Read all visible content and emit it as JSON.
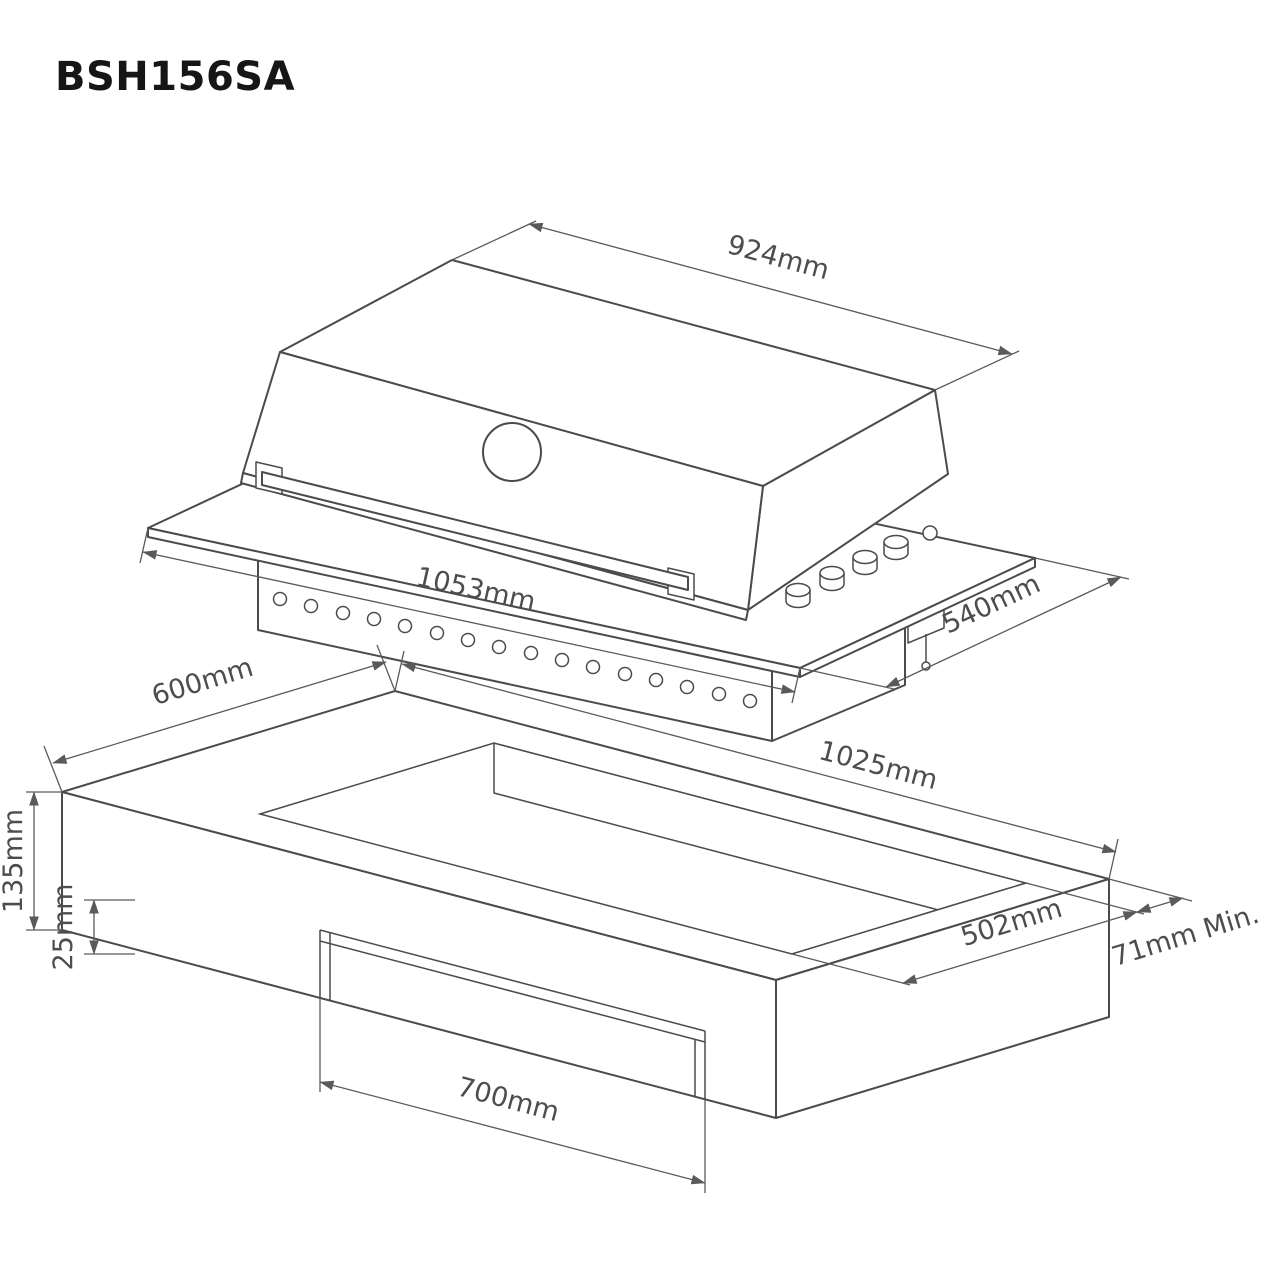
{
  "title": "BSH156SA",
  "dims": {
    "d924": "924mm",
    "d1053": "1053mm",
    "d540": "540mm",
    "d600": "600mm",
    "d1025": "1025mm",
    "d135": "135mm",
    "d25": "25mm",
    "d502": "502mm",
    "d71": "71mm Min.",
    "d700": "700mm"
  }
}
